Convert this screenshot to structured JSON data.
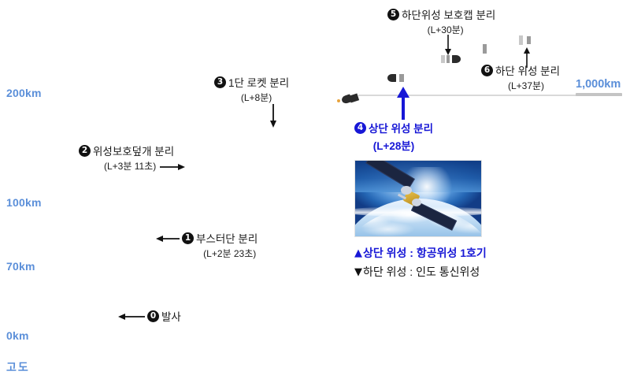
{
  "chart_data": {
    "type": "diagram",
    "title": "",
    "ylabel": "고도",
    "axis_ticks": [
      "200km",
      "100km",
      "70km",
      "0km"
    ],
    "scale_label": "1,000km",
    "events": [
      {
        "n": "0",
        "title": "발사",
        "time": ""
      },
      {
        "n": "1",
        "title": "부스터단 분리",
        "time": "(L+2분 23초)"
      },
      {
        "n": "2",
        "title": "위성보호덮개 분리",
        "time": "(L+3분 11초)"
      },
      {
        "n": "3",
        "title": "1단 로켓 분리",
        "time": "(L+8분)"
      },
      {
        "n": "4",
        "title": "상단 위성 분리",
        "time": "(L+28분)"
      },
      {
        "n": "5",
        "title": "하단위성 보호캡 분리",
        "time": "(L+30분)"
      },
      {
        "n": "6",
        "title": "하단 위성 분리",
        "time": "(L+37분)"
      }
    ]
  },
  "axis": {
    "tick_200": "200km",
    "tick_100": "100km",
    "tick_70": "70km",
    "tick_0": "0km",
    "caption": "고도"
  },
  "events": {
    "e0": {
      "badge": "0",
      "title": "발사",
      "time": ""
    },
    "e1": {
      "badge": "1",
      "title": "부스터단 분리",
      "time": "(L+2분 23초)"
    },
    "e2": {
      "badge": "2",
      "title": "위성보호덮개 분리",
      "time": "(L+3분 11초)"
    },
    "e3": {
      "badge": "3",
      "title": "1단 로켓 분리",
      "time": "(L+8분)"
    },
    "e4": {
      "badge": "4",
      "title": "상단 위성 분리",
      "time": "(L+28분)"
    },
    "e5": {
      "badge": "5",
      "title": "하단위성 보호캡 분리",
      "time": "(L+30분)"
    },
    "e6": {
      "badge": "6",
      "title": "하단 위성 분리",
      "time": "(L+37분)"
    }
  },
  "scale": {
    "label": "1,000km"
  },
  "legend": {
    "upper_marker": "▲",
    "upper_text": "상단 위성 : 항공위성 1호기",
    "lower_marker": "▼",
    "lower_text": "하단 위성 : 인도 통신위성"
  },
  "colors": {
    "axis_blue": "#5b8fd9",
    "accent_blue": "#1717d6",
    "badge_black": "#111111",
    "trajectory_gray": "#d9d9d9"
  }
}
